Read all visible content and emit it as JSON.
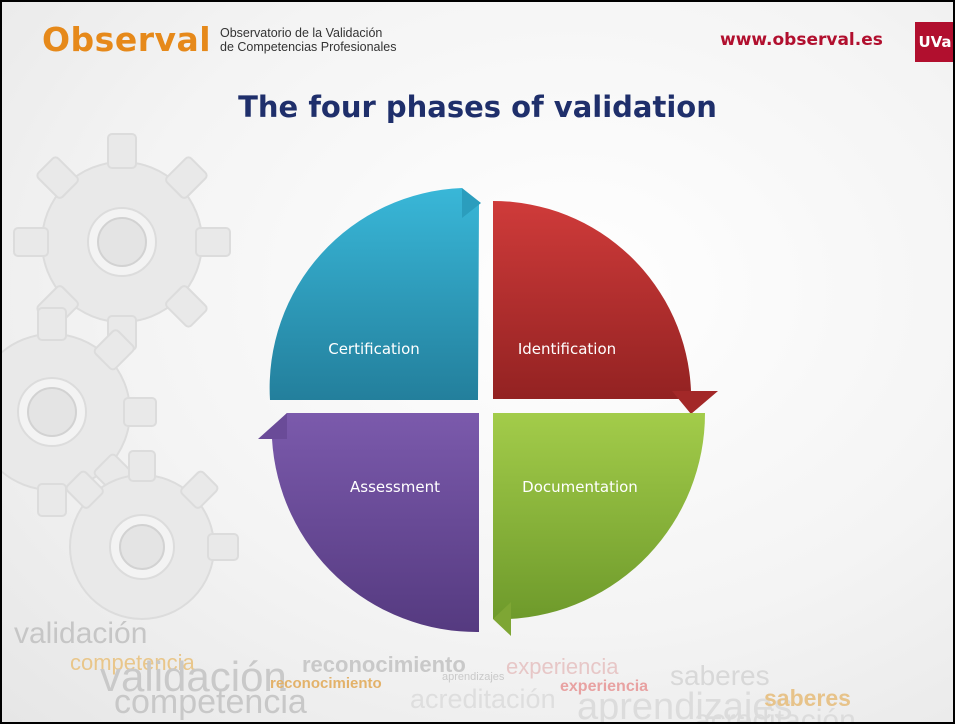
{
  "header": {
    "logo_text": "Observal",
    "org_line1": "Observatorio de la Validación",
    "org_line2": "de Competencias Profesionales",
    "url": "www.observal.es",
    "uva": "UVa"
  },
  "title": "The four phases of validation",
  "diagram": {
    "segments": [
      {
        "label": "Certification",
        "color": "#2ea3c4"
      },
      {
        "label": "Identification",
        "color": "#b82e2e"
      },
      {
        "label": "Assessment",
        "color": "#6a4b98"
      },
      {
        "label": "Documentation",
        "color": "#8fbb3a"
      }
    ]
  },
  "word_cloud": [
    "validación",
    "competencia",
    "validación",
    "reconocimiento",
    "reconocimiento",
    "aprendizajes",
    "experiencia",
    "experiencia",
    "saberes",
    "competencia",
    "acreditación",
    "aprendizajes",
    "saberes",
    "acreditación"
  ],
  "colors": {
    "brand_orange": "#e6891a",
    "brand_red": "#b10f2e",
    "title_blue": "#1f2f6b"
  }
}
